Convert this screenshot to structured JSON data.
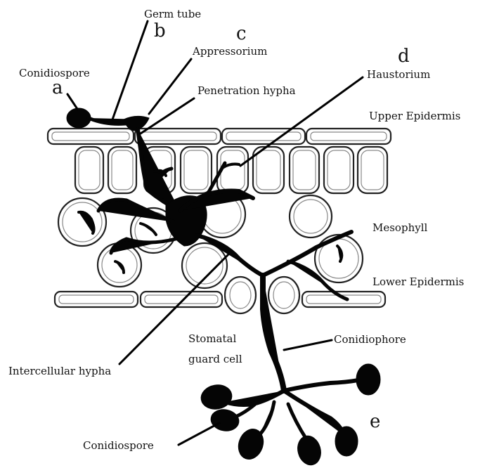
{
  "labels": {
    "conidiospore_top": "Conidiospore",
    "germ_tube": "Germ tube",
    "appressorium": "Appressorium",
    "penetration_hypha": "Penetration hypha",
    "haustorium": "Haustorium",
    "upper_epidermis": "Upper Epidermis",
    "mesophyll": "Mesophyll",
    "lower_epidermis": "Lower Epidermis",
    "conidiophore": "Conidiophore",
    "stomatal_line1": "Stomatal",
    "stomatal_line2": "guard cell",
    "intercellular_hypha": "Intercellular hypha",
    "conidiospore_bottom": "Conidiospore"
  },
  "letters": {
    "a": "a",
    "b": "b",
    "c": "c",
    "d": "d",
    "e": "e"
  }
}
